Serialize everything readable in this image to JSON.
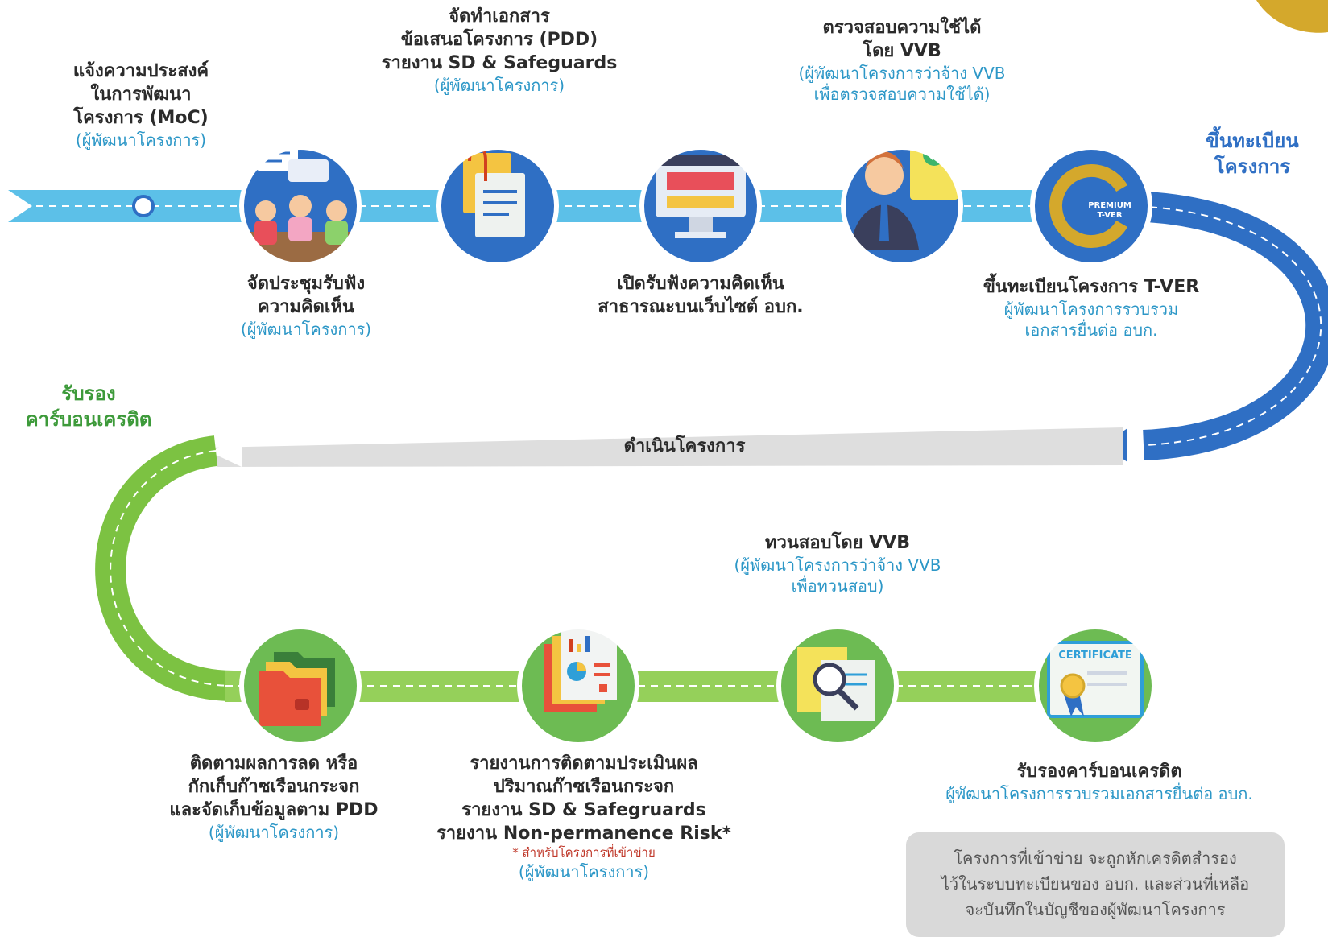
{
  "steps_top": [
    {
      "title_lines": [
        "แจ้งความประสงค์",
        "ในการพัฒนา",
        "โครงการ (MoC)"
      ],
      "subtitle_lines": [
        "(ผู้พัฒนาโครงการ)"
      ]
    },
    {
      "title_lines": [
        "จัดประชุมรับฟัง",
        "ความคิดเห็น"
      ],
      "subtitle_lines": [
        "(ผู้พัฒนาโครงการ)"
      ]
    },
    {
      "title_lines": [
        "จัดทำเอกสาร",
        "ข้อเสนอโครงการ (PDD)",
        "รายงาน SD & Safeguards"
      ],
      "subtitle_lines": [
        "(ผู้พัฒนาโครงการ)"
      ]
    },
    {
      "title_lines": [
        "เปิดรับฟังความคิดเห็น",
        "สาธารณะบนเว็บไซต์ อบก."
      ],
      "subtitle_lines": []
    },
    {
      "title_lines": [
        "ตรวจสอบความใช้ได้",
        "โดย VVB"
      ],
      "subtitle_lines": [
        "(ผู้พัฒนาโครงการว่าจ้าง VVB",
        "เพื่อตรวจสอบความใช้ได้)"
      ]
    },
    {
      "title_lines": [
        "ขึ้นทะเบียนโครงการ T-VER"
      ],
      "subtitle_lines": [
        "ผู้พัฒนาโครงการรวบรวม",
        "เอกสารยื่นต่อ อบก."
      ]
    }
  ],
  "steps_bottom": [
    {
      "title_lines": [
        "ติดตามผลการลด หรือ",
        "กักเก็บก๊าซเรือนกระจก",
        "และจัดเก็บข้อมูลตาม PDD"
      ],
      "subtitle_lines": [
        "(ผู้พัฒนาโครงการ)"
      ]
    },
    {
      "title_lines": [
        "รายงานการติดตามประเมินผล",
        "ปริมาณก๊าซเรือนกระจก",
        "รายงาน SD & Safegruards",
        "รายงาน Non-permanence Risk*"
      ],
      "footnote": "* สำหรับโครงการที่เข้าข่าย",
      "subtitle_lines": [
        "(ผู้พัฒนาโครงการ)"
      ]
    },
    {
      "title_lines": [
        "ทวนสอบโดย VVB"
      ],
      "subtitle_lines": [
        "(ผู้พัฒนาโครงการว่าจ้าง VVB",
        "เพื่อทวนสอบ)"
      ]
    },
    {
      "title_lines": [
        "รับรองคาร์บอนเครดิต"
      ],
      "subtitle_lines": [
        "ผู้พัฒนาโครงการรวบรวมเอกสารยื่นต่อ อบก."
      ]
    }
  ],
  "side_labels": {
    "register": [
      "ขึ้นทะเบียน",
      "โครงการ"
    ],
    "certify": [
      "รับรอง",
      "คาร์บอนเครดิต"
    ]
  },
  "band_label": "ดำเนินโครงการ",
  "icons": {
    "top": [
      "meeting-icon",
      "document-clip-icon",
      "website-monitor-icon",
      "vvb-inspector-icon",
      "premium-tver-logo-icon"
    ],
    "bottom": [
      "folders-icon",
      "report-charts-icon",
      "verification-magnifier-icon",
      "certificate-icon"
    ]
  },
  "logo_text": [
    "PREMIUM",
    "T-VER"
  ],
  "certificate_text": "CERTIFICATE",
  "note_lines": [
    "โครงการที่เข้าข่าย จะถูกหักเครดิตสำรอง",
    "ไว้ในระบบทะเบียนของ อบก. และส่วนที่เหลือ",
    "จะบันทึกในบัญชีของผู้พัฒนาโครงการ"
  ],
  "colors": {
    "timeline_blue": "#2f6fc4",
    "timeline_light_blue": "#5cc0e8",
    "timeline_green": "#7cc242",
    "process_band": "#dedede",
    "accent_text_blue": "#2c97c7",
    "accent_text_green": "#3d9a3a",
    "gold": "#d4a82c"
  }
}
